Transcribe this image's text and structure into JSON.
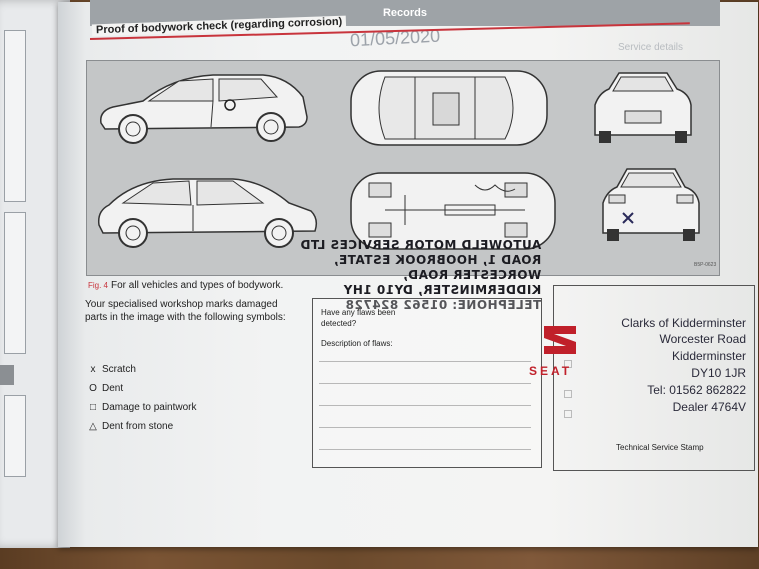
{
  "header": {
    "title": "Records"
  },
  "section": {
    "title": "Proof of bodywork check (regarding corrosion)"
  },
  "faint_background": {
    "service_label": "Service details",
    "date_stamp": "01/05/2020"
  },
  "figure": {
    "number": "Fig. 4",
    "caption": "For all vehicles and types of bodywork.",
    "code": "B5P-0623"
  },
  "instructions": {
    "text": "Your specialised workshop marks damaged parts in the image with the following symbols:"
  },
  "legend": [
    {
      "symbol": "x",
      "label": "Scratch"
    },
    {
      "symbol": "O",
      "label": "Dent"
    },
    {
      "symbol": "□",
      "label": "Damage to paintwork"
    },
    {
      "symbol": "△",
      "label": "Dent from stone"
    }
  ],
  "form": {
    "question": "Have any flaws been detected?",
    "description_label": "Description of flaws:"
  },
  "stamp": {
    "label": "Technical Service Stamp",
    "brand": "SEAT",
    "dealer_lines": [
      "Clarks of Kidderminster",
      "Worcester Road",
      "Kidderminster",
      "DY10 1JR",
      "Tel: 01562 862822",
      "Dealer 4764V"
    ]
  },
  "ink_stamp": {
    "lines": [
      "AUTOWELD MOTOR SERVICES LTD",
      "ROAD 1, HOOBROOK ESTATE,",
      "WORCESTER ROAD,",
      "KIDDERMINSTER, DY10 1HY",
      "TELEPHONE: 01562 824728"
    ]
  },
  "colors": {
    "accent_red": "#c8343c",
    "seat_red": "#c0202a",
    "diagram_bg": "#c4c6c7"
  }
}
